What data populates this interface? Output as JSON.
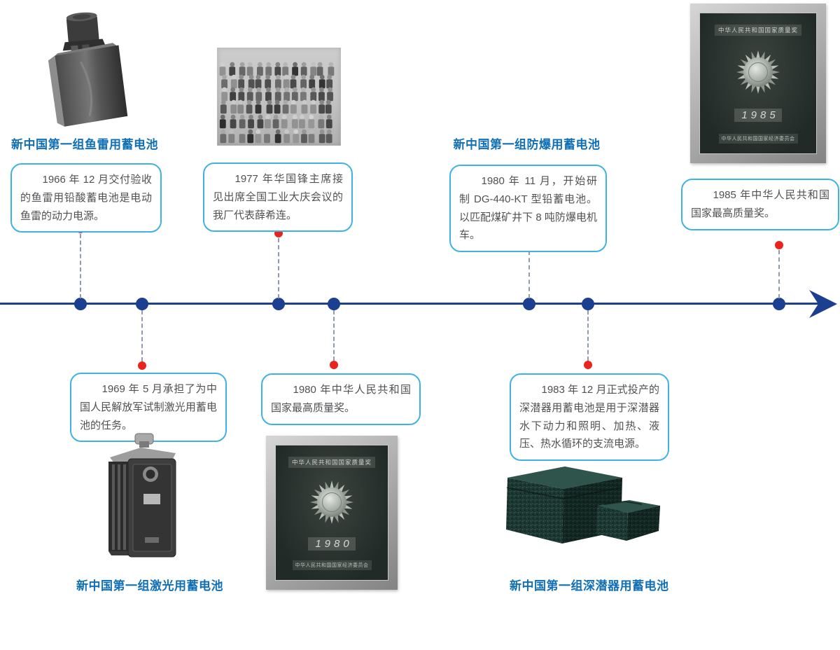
{
  "diagram": {
    "kind": "history-timeline",
    "language": "zh-CN",
    "colors": {
      "title_blue": "#1170b5",
      "callout_border_blue": "#3fb2e5",
      "body_text_gray": "#515154",
      "timeline_navy": "#1c3f8f",
      "marker_red": "#e9241c",
      "connector_dash": "#9199b4",
      "background": "#ffffff"
    },
    "timeline": {
      "direction": "left-to-right-arrow",
      "visible_axis_labels": []
    }
  },
  "events": [
    {
      "id": "torpedo-1966",
      "side": "above",
      "title": "新中国第一组鱼雷用蓄电池",
      "text": "1966 年 12 月交付验收的鱼雷用铅酸蓄电池是电动鱼雷的动力电源。",
      "image": "torpedo-battery-photo"
    },
    {
      "id": "hua-guofeng-1977",
      "side": "above",
      "text": "1977 年华国锋主席接见出席全国工业大庆会议的我厂代表薛希连。",
      "image": "group-photo"
    },
    {
      "id": "explosion-proof-1980",
      "side": "above",
      "title": "新中国第一组防爆用蓄电池",
      "text": "1980 年 11 月，开始研制 DG-440-KT 型铅蓄电池。以匹配煤矿井下 8 吨防爆电机车。"
    },
    {
      "id": "national-award-1985",
      "side": "above",
      "text": "1985 年中华人民共和国国家最高质量奖。",
      "image": "award-plaque-1985-photo",
      "plaque": {
        "heading": "中华人民共和国国家质量奖",
        "year": "1985",
        "issuer": "中华人民共和国国家经济委员会"
      }
    },
    {
      "id": "laser-1969",
      "side": "below",
      "title": "新中国第一组激光用蓄电池",
      "text": "1969 年 5 月承担了为中国人民解放军试制激光用蓄电池的任务。",
      "image": "laser-battery-photo"
    },
    {
      "id": "national-award-1980",
      "side": "below",
      "text": "1980 年中华人民共和国国家最高质量奖。",
      "image": "award-plaque-1980-photo",
      "plaque": {
        "heading": "中华人民共和国国家质量奖",
        "year": "1980",
        "issuer": "中华人民共和国国家经济委员会"
      }
    },
    {
      "id": "submersible-1983",
      "side": "below",
      "title": "新中国第一组深潜器用蓄电池",
      "text": "1983 年 12 月正式投产的深潜器用蓄电池是用于深潜器水下动力和照明、加热、液压、热水循环的支流电源。",
      "image": "submersible-batteries-photo"
    }
  ]
}
